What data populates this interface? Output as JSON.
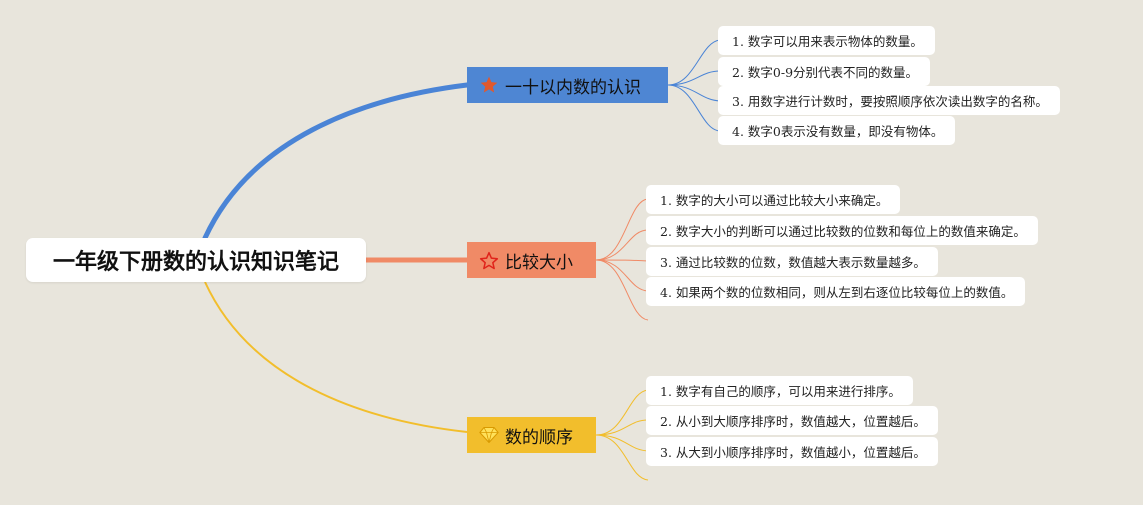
{
  "colors": {
    "background": "#e8e5dc",
    "branch1": "#4e86d3",
    "branch2": "#f08a66",
    "branch3": "#f2be2c",
    "link1": "#4a84d6",
    "link2": "#f08a66",
    "link3": "#f2be2c"
  },
  "root": {
    "title": "一年级下册数的认识知识笔记"
  },
  "branches": [
    {
      "label": "一十以内数的认识",
      "icon": "star-icon",
      "items": [
        "1. 数字可以用来表示物体的数量。",
        "2. 数字0-9分别代表不同的数量。",
        "3. 用数字进行计数时，要按照顺序依次读出数字的名称。",
        "4. 数字0表示没有数量，即没有物体。"
      ]
    },
    {
      "label": "比较大小",
      "icon": "star-outline-icon",
      "items": [
        "1. 数字的大小可以通过比较大小来确定。",
        "2. 数字大小的判断可以通过比较数的位数和每位上的数值来确定。",
        "3. 通过比较数的位数，数值越大表示数量越多。",
        "4. 如果两个数的位数相同，则从左到右逐位比较每位上的数值。"
      ]
    },
    {
      "label": "数的顺序",
      "icon": "diamond-icon",
      "items": [
        "1. 数字有自己的顺序，可以用来进行排序。",
        "2. 从小到大顺序排序时，数值越大，位置越后。",
        "3. 从大到小顺序排序时，数值越小，位置越后。"
      ]
    }
  ]
}
